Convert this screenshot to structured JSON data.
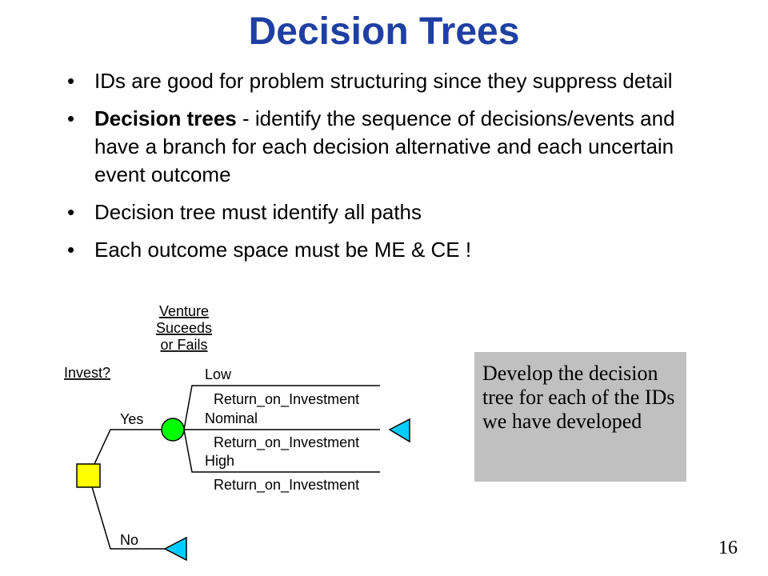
{
  "slide": {
    "title": "Decision Trees",
    "page_number": "16"
  },
  "bullets": [
    {
      "bold": "",
      "text": "IDs are good for problem structuring since they suppress detail"
    },
    {
      "bold": "Decision trees",
      "text": " - identify the sequence of decisions/events and have a branch for each decision alternative and each uncertain event outcome"
    },
    {
      "bold": "",
      "text": "Decision tree must identify all paths"
    },
    {
      "bold": "",
      "text": "Each outcome space must be ME & CE !"
    }
  ],
  "tree": {
    "event_header": [
      "Venture",
      "Suceeds",
      "or Fails"
    ],
    "decision_header": "Invest?",
    "decision_branches": {
      "yes": "Yes",
      "no": "No"
    },
    "outcomes": [
      {
        "label": "Low",
        "value_label": "Return_on_Investment"
      },
      {
        "label": "Nominal",
        "value_label": "Return_on_Investment"
      },
      {
        "label": "High",
        "value_label": "Return_on_Investment"
      }
    ],
    "colors": {
      "decision_node": "#ffff00",
      "chance_node": "#00ff00",
      "terminal_node": "#00ccff"
    }
  },
  "note": {
    "text": "Develop the decision tree for each of the IDs we have developed"
  }
}
